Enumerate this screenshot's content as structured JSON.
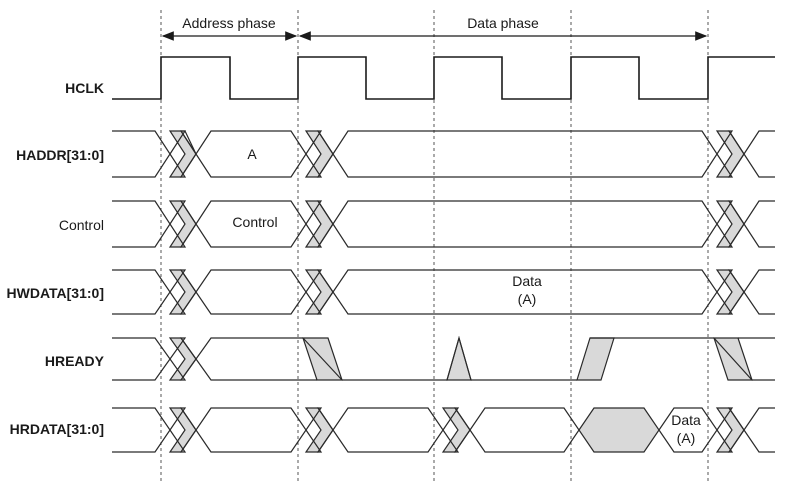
{
  "phases": {
    "address": "Address phase",
    "data": "Data phase"
  },
  "signals": {
    "hclk": "HCLK",
    "haddr": "HADDR[31:0]",
    "control": "Control",
    "hwdata": "HWDATA[31:0]",
    "hready": "HREADY",
    "hrdata": "HRDATA[31:0]"
  },
  "values": {
    "haddr": "A",
    "control": "Control",
    "hwdata_line1": "Data",
    "hwdata_line2": "(A)",
    "hrdata_line1": "Data",
    "hrdata_line2": "(A)"
  }
}
